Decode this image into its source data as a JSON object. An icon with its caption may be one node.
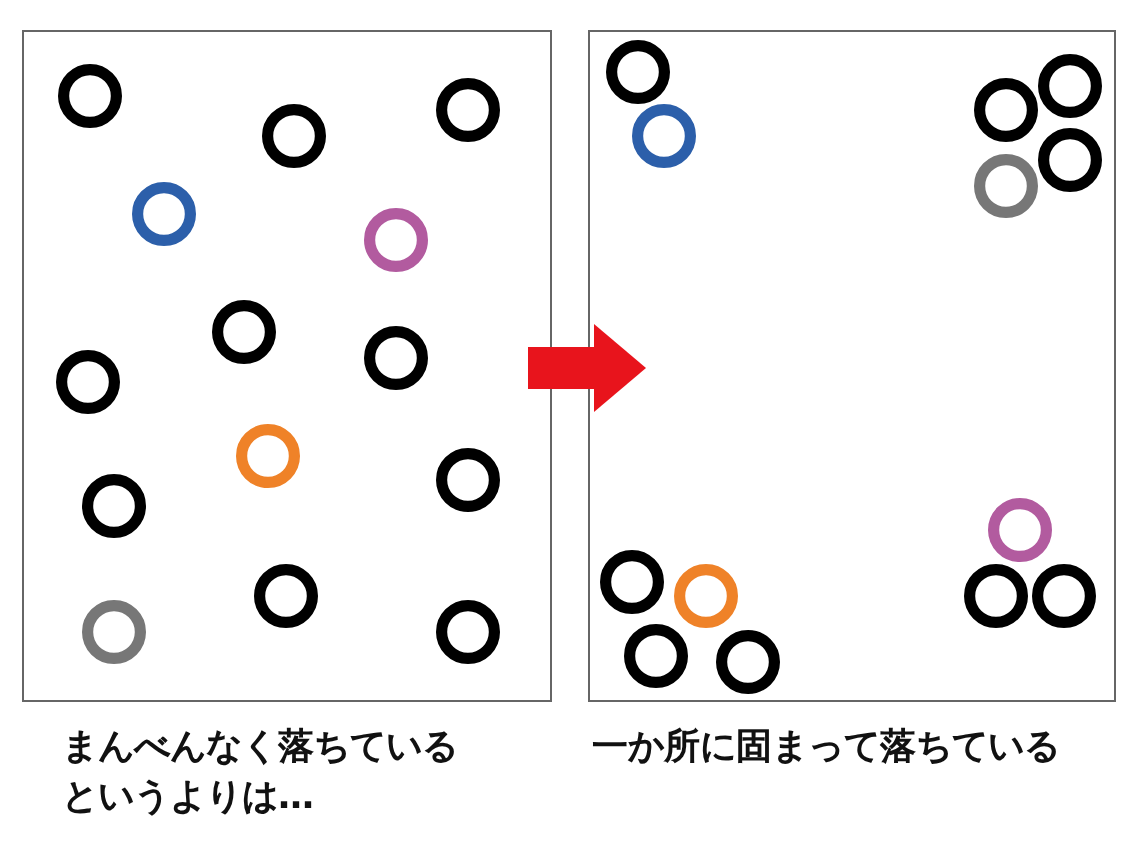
{
  "diagram": {
    "nodes": [
      {
        "text": [],
        "shape": "box",
        "beside": [
          "まんべんなく落ちているというよりは…"
        ]
      },
      {
        "text": [],
        "shape": "box",
        "beside": [
          "一か所に固まって落ちている"
        ]
      }
    ],
    "edges": [
      {
        "from": 0,
        "to": 1,
        "arrow": "to"
      }
    ]
  }
}
